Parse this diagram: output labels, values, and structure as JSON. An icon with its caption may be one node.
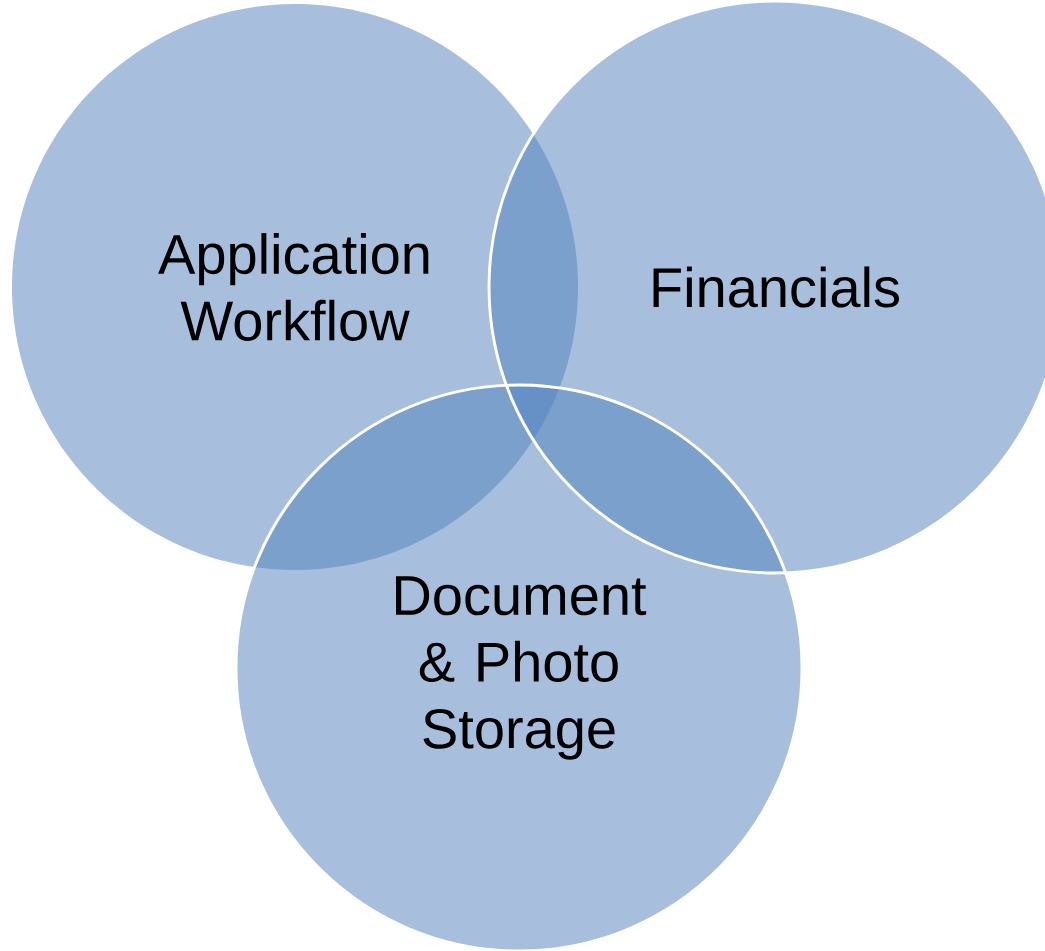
{
  "diagram": {
    "nodes": [
      {
        "text": [
          "Application Workflow"
        ]
      },
      {
        "text": [
          "Financials"
        ]
      },
      {
        "text": [
          "Document & Photo Storage"
        ]
      }
    ]
  }
}
